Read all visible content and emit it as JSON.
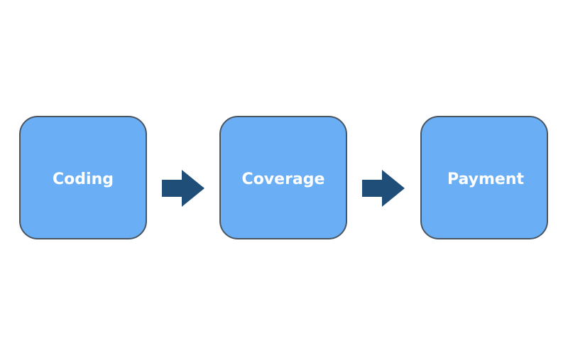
{
  "steps": [
    {
      "label": "Coding"
    },
    {
      "label": "Coverage"
    },
    {
      "label": "Payment"
    }
  ],
  "colors": {
    "box_fill": "#6aaff5",
    "box_border": "#4a5560",
    "box_text": "#ffffff",
    "arrow": "#1f4e79"
  }
}
